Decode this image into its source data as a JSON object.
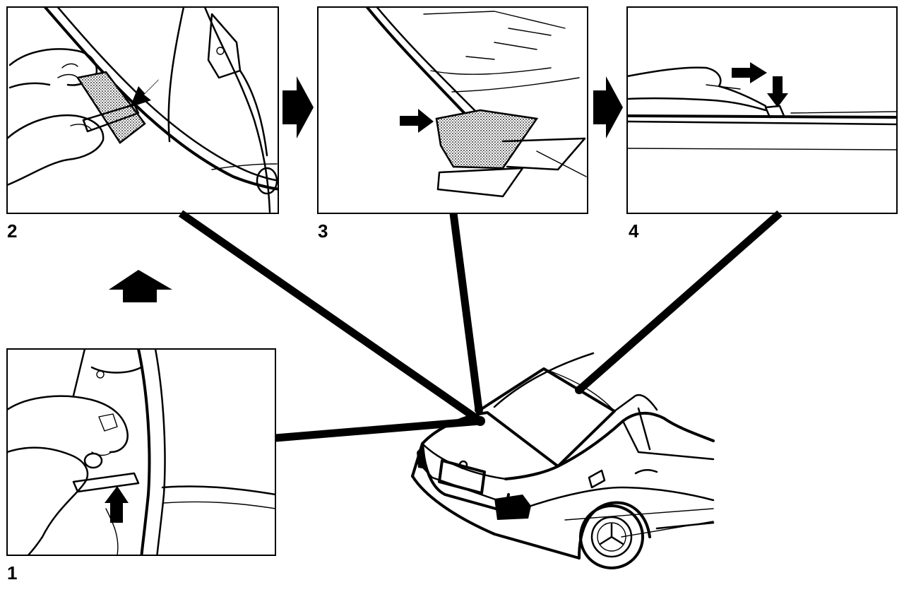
{
  "panels": [
    {
      "id": "1",
      "label": "1"
    },
    {
      "id": "2",
      "label": "2"
    },
    {
      "id": "3",
      "label": "3"
    },
    {
      "id": "4",
      "label": "4"
    }
  ],
  "colors": {
    "ink": "#000000",
    "paper": "#ffffff"
  },
  "icons": [
    "block-arrow-right-icon",
    "block-arrow-up-icon",
    "pointer-arrow-icon"
  ]
}
